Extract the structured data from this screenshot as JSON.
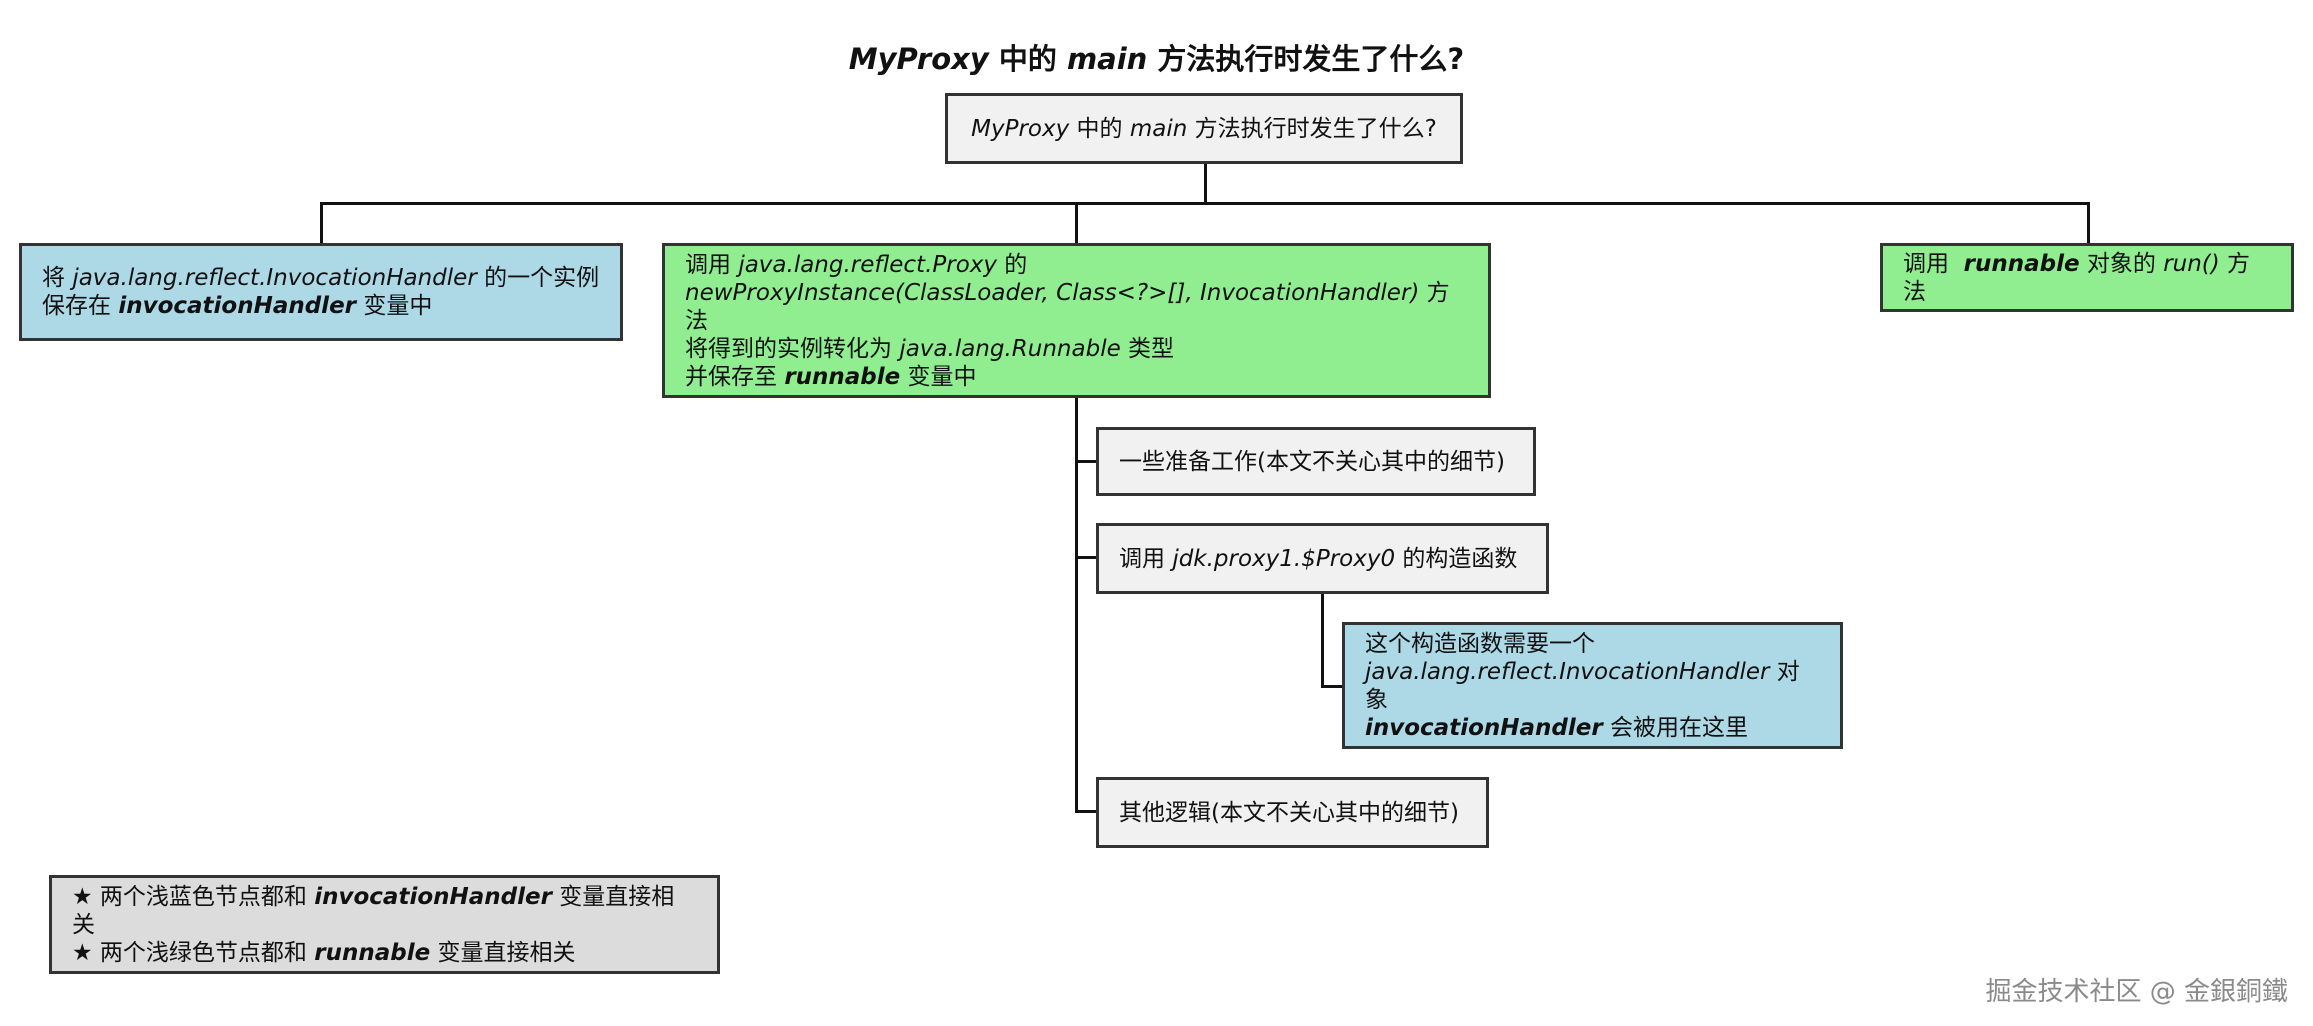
{
  "title": {
    "q1": "MyProxy",
    "q2": " 中的 ",
    "q3": "main",
    "q4": " 方法执行时发生了什么?"
  },
  "root": {
    "a": "MyProxy",
    "b": " 中的 ",
    "c": "main",
    "d": " 方法执行时发生了什么?"
  },
  "left_node": {
    "line1_a": "将 ",
    "line1_b": "java.lang.reflect.InvocationHandler",
    "line1_c": " 的一个实例",
    "line2_a": "保存在 ",
    "line2_b": "invocationHandler",
    "line2_c": " 变量中"
  },
  "middle_node": {
    "line1_a": "调用 ",
    "line1_b": "java.lang.reflect.Proxy",
    "line1_c": " 的",
    "line2_a": "newProxyInstance(ClassLoader, Class<?>[], InvocationHandler)",
    "line2_b": " 方法",
    "line3_a": "将得到的实例转化为 ",
    "line3_b": "java.lang.Runnable",
    "line3_c": " 类型",
    "line4_a": "并保存至 ",
    "line4_b": "runnable",
    "line4_c": " 变量中"
  },
  "right_node": {
    "a": "调用  ",
    "b": "runnable",
    "c": " 对象的 ",
    "d": "run()",
    "e": " 方法"
  },
  "child_prep": "一些准备工作(本文不关心其中的细节)",
  "child_ctor": {
    "a": "调用 ",
    "b": "jdk.proxy1.$Proxy0",
    "c": " 的构造函数"
  },
  "grandchild": {
    "line1": "这个构造函数需要一个",
    "line2_a": "java.lang.reflect.InvocationHandler",
    "line2_b": " 对象",
    "line3_a": "invocationHandler",
    "line3_b": " 会被用在这里"
  },
  "child_other": "其他逻辑(本文不关心其中的细节)",
  "legend": {
    "line1_a": "★ 两个浅蓝色节点都和 ",
    "line1_b": "invocationHandler",
    "line1_c": " 变量直接相关",
    "line2_a": "★ 两个浅绿色节点都和 ",
    "line2_b": "runnable",
    "line2_c": " 变量直接相关"
  },
  "watermark": "掘金技术社区 @ 金銀銅鐵",
  "colors": {
    "gray": "#f1f1f1",
    "blue": "#add8e6",
    "green": "#90ee90",
    "note": "#dcdcdc"
  }
}
